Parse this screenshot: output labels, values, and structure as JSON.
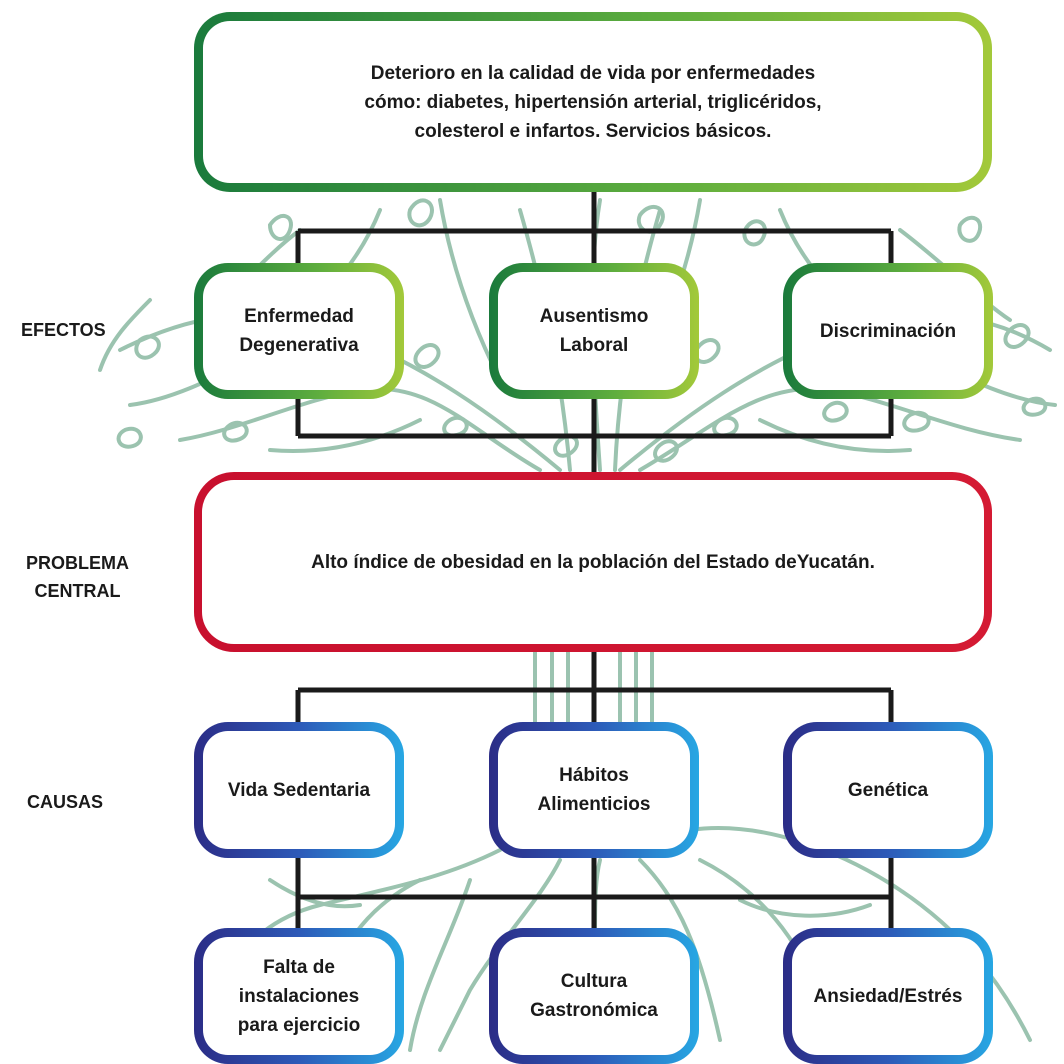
{
  "colors": {
    "effects_border": "#5fae3e",
    "problem_border": "#c8102e",
    "causes_border": "#2d5ab8",
    "tree": "#8ab9a2",
    "connector": "#1a1a1a"
  },
  "side_labels": {
    "effects": "EFECTOS",
    "problem": "PROBLEMA\nCENTRAL",
    "causes": "CAUSAS"
  },
  "top_effect": "Deterioro en la calidad de vida por enfermedades\ncómo: diabetes, hipertensión arterial, triglicéridos,\ncolesterol e infartos. Servicios básicos.",
  "effects": [
    "Enfermedad\nDegenerativa",
    "Ausentismo\nLaboral",
    "Discriminación"
  ],
  "central_problem": "Alto índice de obesidad en la población del Estado deYucatán.",
  "causes": [
    "Vida Sedentaria",
    "Hábitos\nAlimenticios",
    "Genética"
  ],
  "root_causes": [
    "Falta de\ninstalaciones\npara ejercicio",
    "Cultura\nGastronómica",
    "Ansiedad/Estrés"
  ]
}
